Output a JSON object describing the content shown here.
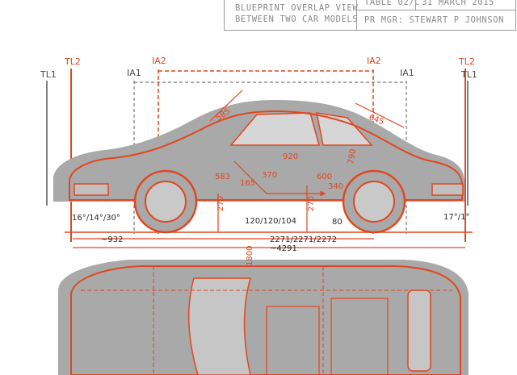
{
  "title_block": {
    "line1": "BLUEPRINT OVERLAP VIEW",
    "line2": "BETWEEN TWO CAR MODELS",
    "table_ref": "TABLE 02/C",
    "date": "31 MARCH 2015",
    "pr_manager": "PR MGR: STEWART P JOHNSON"
  },
  "reference_lines": {
    "tl1": "TL1",
    "tl2": "TL2",
    "ia1": "IA1",
    "ia2": "IA2"
  },
  "dimensions": {
    "windshield_len": "585",
    "rear_window_len": "645",
    "seat_height": "583",
    "seat_depth": "370",
    "back_height": "920",
    "cabin_len": "600",
    "rear_seat": "790",
    "floor_short": "165",
    "floor_rear": "340",
    "ground_front": "270",
    "ground_mid": "270",
    "clearance": "120/120/104",
    "rear_clearance": "80",
    "approach_angle": "16°/14°/30°",
    "departure_angle": "17°/1°",
    "front_overhang": "~932",
    "wheelbase": "2271/2271/2272",
    "overall_length": "~4291",
    "front_width": "1800"
  },
  "colors": {
    "accent": "#e0471f",
    "body_gray": "#a9a9a9",
    "line_dark": "#5a5a5a",
    "paper": "#ffffff"
  }
}
